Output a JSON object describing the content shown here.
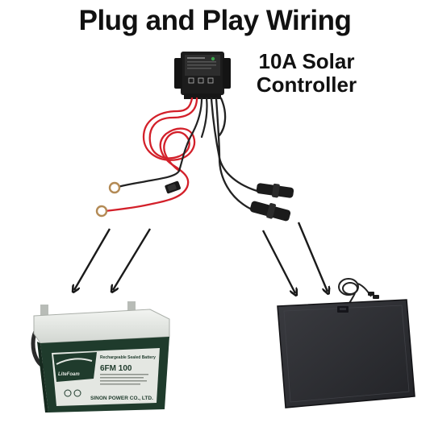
{
  "title": "Plug and Play Wiring",
  "controller_label": {
    "line1": "10A Solar",
    "line2": "Controller"
  },
  "battery": {
    "brand": "LiteFoam",
    "heading": "Rechargeable Sealed Battery",
    "model": "6FM 100",
    "maker": "SINON POWER CO., LTD."
  },
  "colors": {
    "controller": "#1c1c1c",
    "red_wire": "#d3202a",
    "black_wire": "#222222",
    "battery_case": "#1f3b2c",
    "battery_top": "#e9ece8",
    "panel": "#2c2d31",
    "arrow": "#1a1a1a"
  }
}
